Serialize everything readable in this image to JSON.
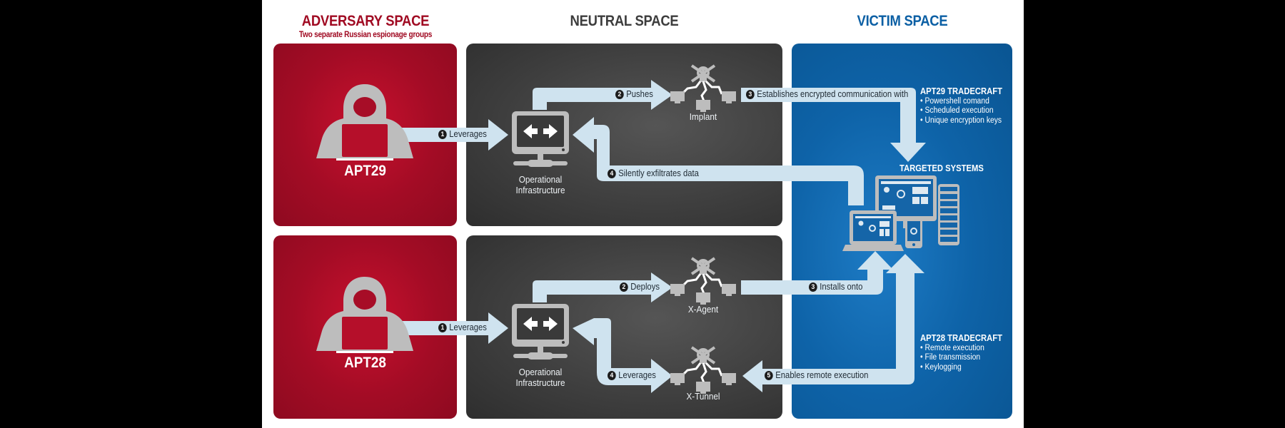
{
  "headers": {
    "adversary": "ADVERSARY SPACE",
    "adversary_subtitle": "Two separate Russian espionage groups",
    "neutral": "NEUTRAL SPACE",
    "victim": "VICTIM SPACE"
  },
  "colors": {
    "adversary": "#a30c25",
    "neutral": "#3f3f3f",
    "victim": "#0e63a8",
    "arrow": "#cfe3ef",
    "icon": "#bcbcbc"
  },
  "groups": [
    {
      "name": "APT29",
      "infrastructure_label": "Operational\nInfrastructure",
      "infrastructure_line1": "Operational",
      "infrastructure_line2": "Infrastructure",
      "steps": [
        {
          "num": "1",
          "label": "Leverages"
        },
        {
          "num": "2",
          "label": "Pushes"
        },
        {
          "num": "3",
          "label": "Establishes encrypted communication with"
        },
        {
          "num": "4",
          "label": "Silently exfiltrates data"
        }
      ],
      "malware": [
        "Implant"
      ],
      "tradecraft": {
        "title": "APT29 TRADECRAFT",
        "items": [
          "Powershell comand",
          "Scheduled execution",
          "Unique encryption keys"
        ]
      }
    },
    {
      "name": "APT28",
      "infrastructure_line1": "Operational",
      "infrastructure_line2": "Infrastructure",
      "steps": [
        {
          "num": "1",
          "label": "Leverages"
        },
        {
          "num": "2",
          "label": "Deploys"
        },
        {
          "num": "3",
          "label": "Installs onto"
        },
        {
          "num": "4",
          "label": "Leverages"
        },
        {
          "num": "5",
          "label": "Enables remote execution"
        }
      ],
      "malware": [
        "X-Agent",
        "X-Tunnel"
      ],
      "tradecraft": {
        "title": "APT28 TRADECRAFT",
        "items": [
          "Remote execution",
          "File transmission",
          "Keylogging"
        ]
      }
    }
  ],
  "targeted_systems": "TARGETED SYSTEMS"
}
